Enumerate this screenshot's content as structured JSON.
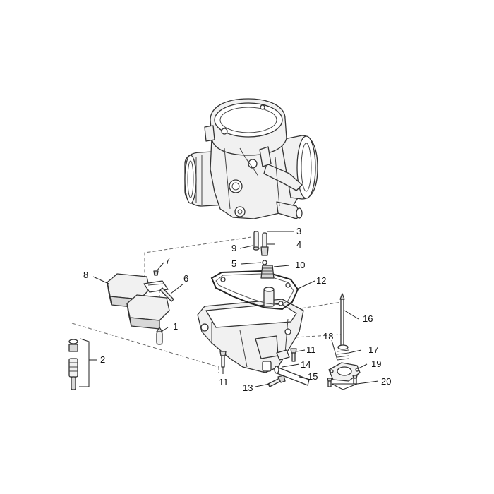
{
  "callouts": {
    "c1": "1",
    "c2": "2",
    "c3": "3",
    "c4": "4",
    "c5": "5",
    "c6": "6",
    "c7": "7",
    "c8": "8",
    "c9": "9",
    "c10": "10",
    "c11a": "11",
    "c11b": "11",
    "c12": "12",
    "c13": "13",
    "c14": "14",
    "c15": "15",
    "c16": "16",
    "c17": "17",
    "c18": "18",
    "c19": "19",
    "c20": "20"
  },
  "colors": {
    "line": "#333333",
    "fill": "#f1f1f1",
    "background": "#ffffff"
  }
}
